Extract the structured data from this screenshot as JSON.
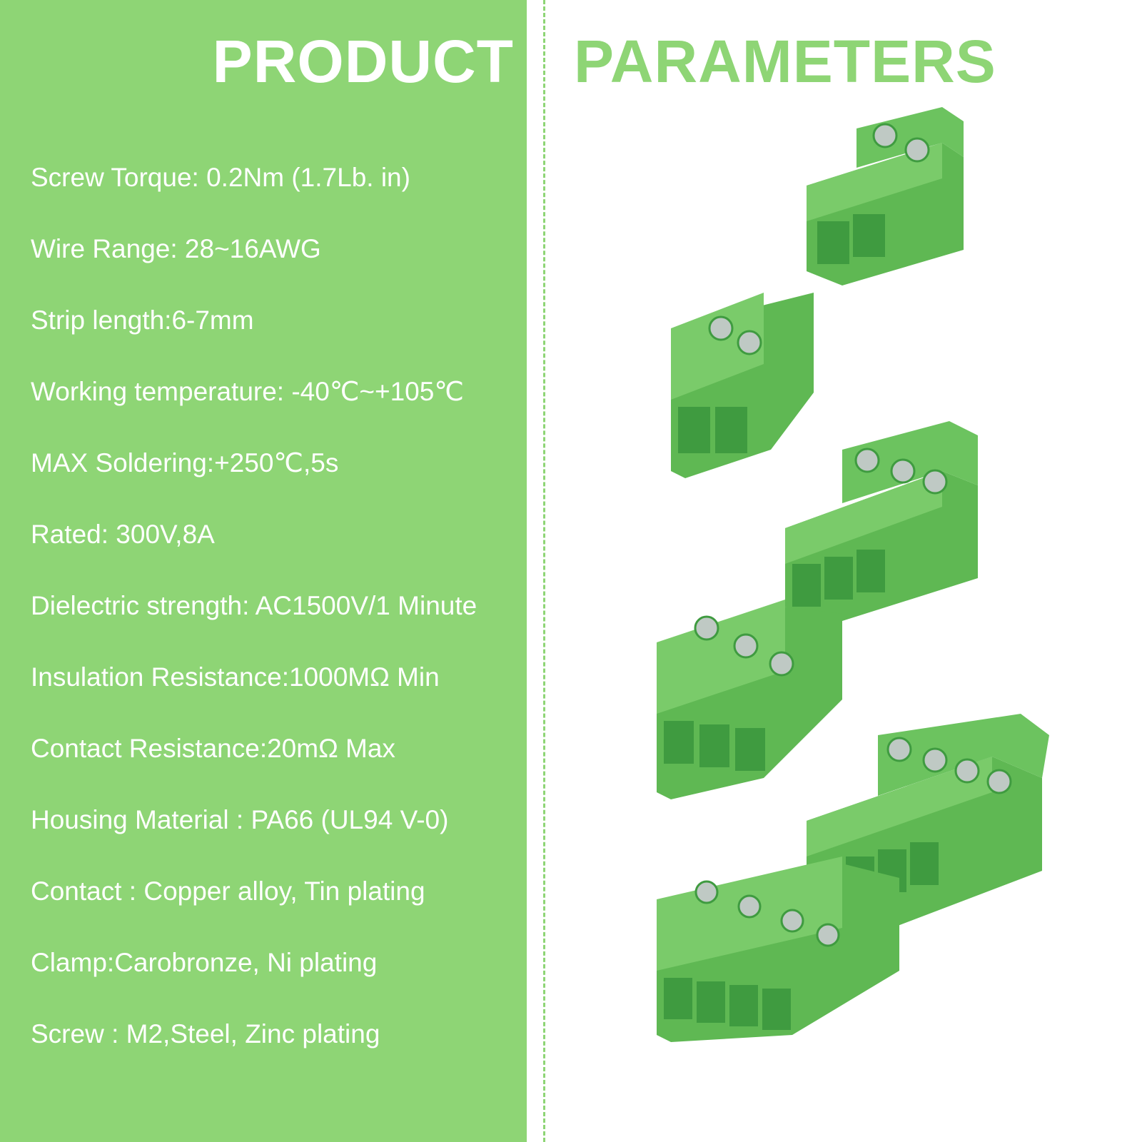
{
  "header": {
    "left_title": "PRODUCT",
    "right_title": "PARAMETERS"
  },
  "specs": [
    "Screw Torque: 0.2Nm (1.7Lb. in)",
    "Wire Range: 28~16AWG",
    "Strip length:6-7mm",
    "Working temperature: -40℃~+105℃",
    "MAX Soldering:+250℃,5s",
    "Rated: 300V,8A",
    "Dielectric strength: AC1500V/1 Minute",
    "Insulation Resistance:1000MΩ Min",
    "Contact Resistance:20mΩ Max",
    "Housing Material : PA66 (UL94 V-0)",
    "Contact : Copper alloy, Tin plating",
    "Clamp:Carobronze, Ni plating",
    "Screw : M2,Steel, Zinc plating"
  ],
  "colors": {
    "accent": "#8ed575",
    "connector_green": "#6cc35f",
    "connector_dark": "#3f9b40",
    "background": "#ffffff"
  },
  "images": [
    "2-pin-plug-terminal-block",
    "2-pin-socket-terminal-block",
    "3-pin-plug-terminal-block",
    "3-pin-socket-terminal-block",
    "4-pin-plug-terminal-block",
    "4-pin-socket-terminal-block"
  ]
}
